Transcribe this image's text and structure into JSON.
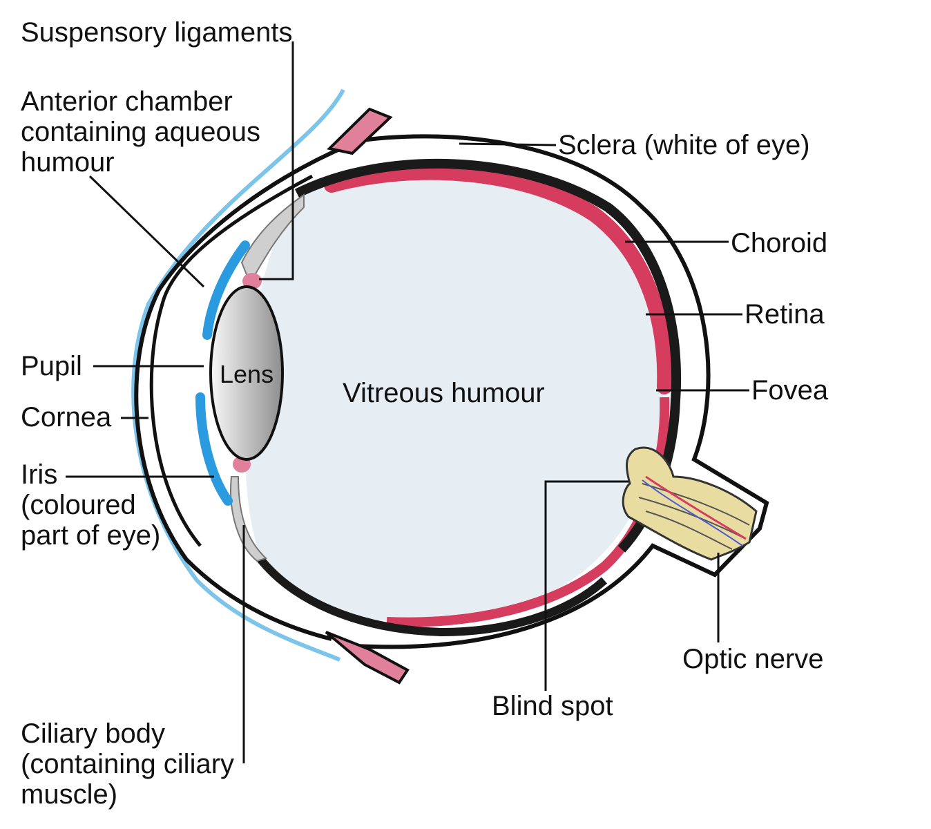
{
  "labels": {
    "suspensory": "Suspensory ligaments",
    "anterior": [
      "Anterior chamber",
      "containing aqueous",
      "humour"
    ],
    "sclera": "Sclera (white of eye)",
    "choroid": "Choroid",
    "retina": "Retina",
    "fovea": "Fovea",
    "pupil": "Pupil",
    "lens": "Lens",
    "vitreous": "Vitreous humour",
    "cornea": "Cornea",
    "iris": [
      "Iris",
      "(coloured",
      "part of eye)"
    ],
    "optic_nerve": "Optic nerve",
    "blind_spot": "Blind spot",
    "ciliary": [
      "Ciliary body",
      "(containing ciliary",
      "muscle)"
    ]
  },
  "colors": {
    "retina": "#d63c5e",
    "choroid": "#1a1a1a",
    "vitreous": "#e6eef4",
    "iris": "#2b9be0",
    "cornea_outer": "#7cc4ea",
    "optic_nerve": "#e9dca0",
    "ciliary": "#cfcfcf",
    "muscle_pink": "#e0809a"
  }
}
